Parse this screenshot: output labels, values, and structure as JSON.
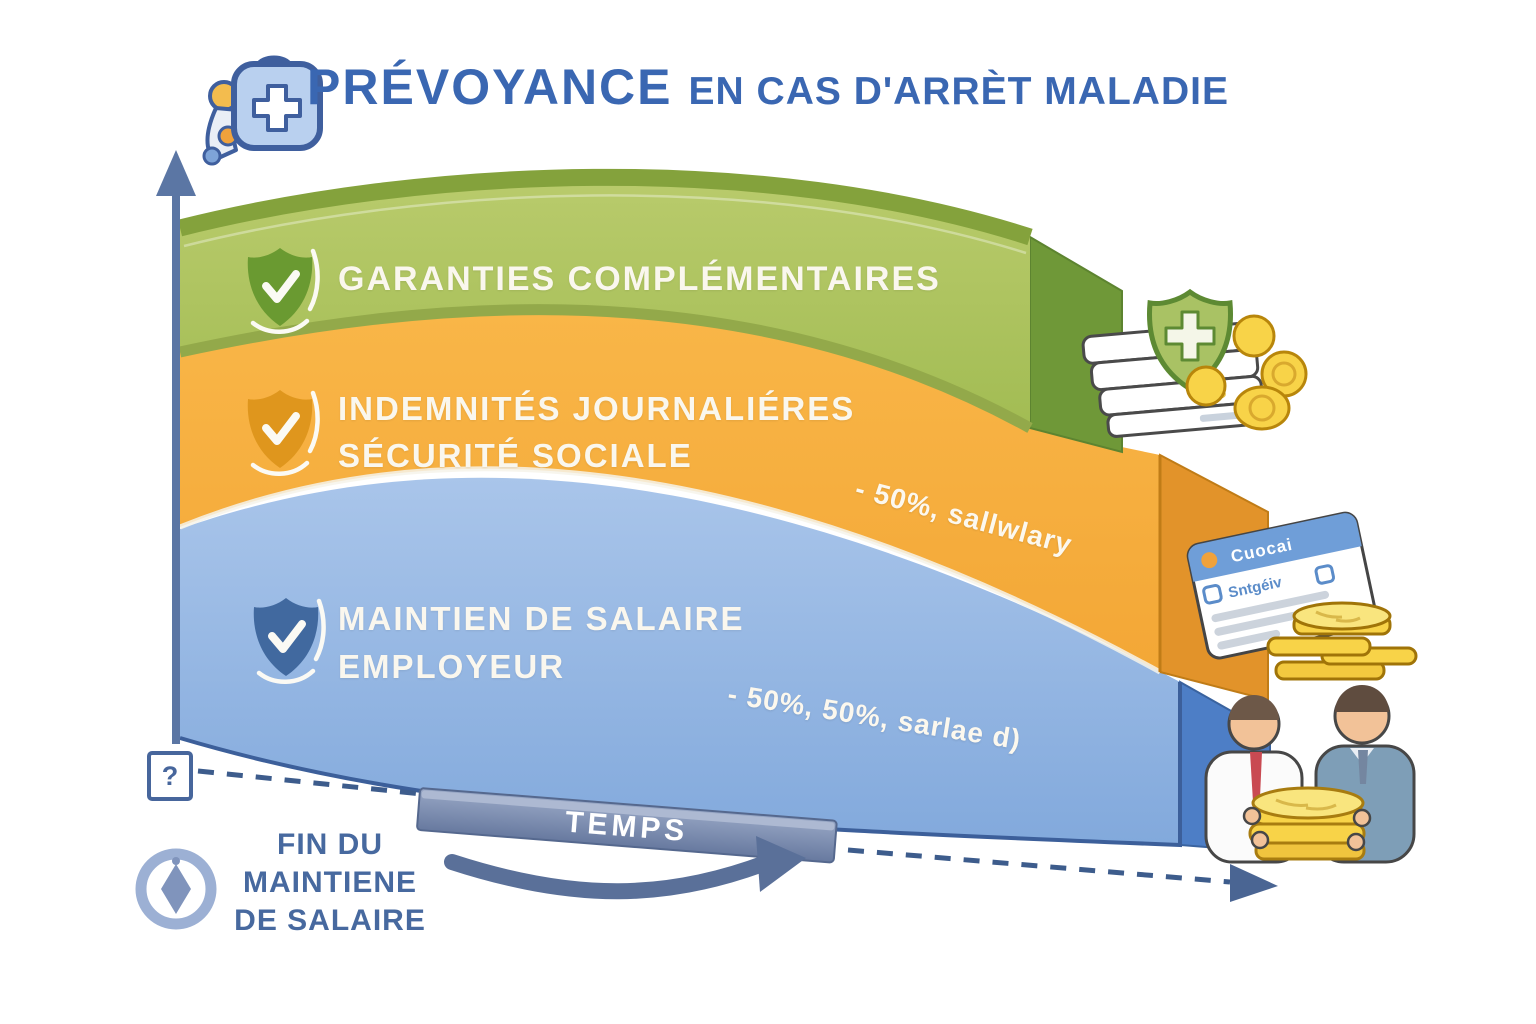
{
  "title": {
    "icon": "first-aid-bag-icon",
    "primary": "PRÉVOYANCE",
    "secondary": "EN CAS D'ARRÈT MALADIE"
  },
  "diagram": {
    "type": "stacked-coverage-bands-over-time",
    "x_axis": {
      "label": "TEMPS",
      "start_marker": "?"
    },
    "bands": [
      {
        "name": "garanties-complementaires",
        "label": "GARANTIES COMPLÉMENTAIRES",
        "color": "#abc25d",
        "side_color": "#6f9838",
        "icon": "shield-check-icon"
      },
      {
        "name": "indemnites-journalieres-securite-sociale",
        "label_line1": "INDEMNITÉS JOURNALIÉRES",
        "label_line2": "SÉCURITÉ SOCIALE",
        "annotation": "- 50%, sallwlary",
        "color": "#f8b042",
        "side_color": "#e2932a",
        "icon": "shield-check-icon"
      },
      {
        "name": "maintien-de-salaire-employeur",
        "label_line1": "MAINTIEN DE SALAIRE",
        "label_line2": "EMPLOYEUR",
        "annotation": "- 50%, 50%, sarlae d)",
        "color": "#9cbde7",
        "side_color": "#4d7ec6",
        "icon": "shield-check-icon"
      }
    ],
    "milestone": {
      "icon": "clock-icon",
      "line1": "FIN DU",
      "line2": "MAINTIENE",
      "line3": "DE SALAIRE"
    }
  },
  "illustrations": {
    "documents": {
      "name": "insurance-documents-with-green-shield-and-coins"
    },
    "card": {
      "name": "health-card-with-coins",
      "header_text": "Cuocai",
      "body_text": "Sntgéiv"
    },
    "people": {
      "name": "two-people-exchanging-coins"
    }
  },
  "colors": {
    "title_blue": "#3a67b2",
    "axis_blue": "#4a6593",
    "label_white": "#faf7ee",
    "milestone_blue": "#47699f"
  }
}
